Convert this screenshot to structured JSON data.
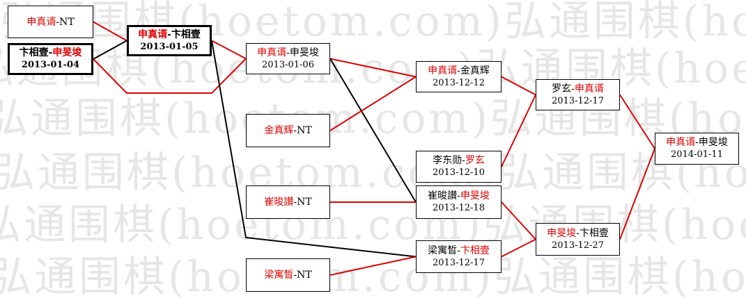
{
  "watermark": {
    "text": "弘通围棋(hoetom.com)弘通围棋(hoetom.com)"
  },
  "colors": {
    "winner_text": "#e00000",
    "win_line": "#e00000",
    "loss_line": "#000000"
  },
  "nodes": [
    {
      "id": "n1",
      "p1": "申真谞",
      "p2": "NT",
      "winner": 1,
      "date": ""
    },
    {
      "id": "n2",
      "p1": "卞相壹",
      "p2": "申旻埈",
      "winner": 2,
      "date": "2013-01-04"
    },
    {
      "id": "n3",
      "p1": "申真谞",
      "p2": "卞相壹",
      "winner": 1,
      "date": "2013-01-05"
    },
    {
      "id": "n4",
      "p1": "申真谞",
      "p2": "申旻埈",
      "winner": 1,
      "date": "2013-01-06"
    },
    {
      "id": "n5",
      "p1": "金真辉",
      "p2": "NT",
      "winner": 1,
      "date": ""
    },
    {
      "id": "n6",
      "p1": "崔晙讃",
      "p2": "NT",
      "winner": 1,
      "date": ""
    },
    {
      "id": "n7",
      "p1": "梁寓晳",
      "p2": "NT",
      "winner": 1,
      "date": ""
    },
    {
      "id": "n8",
      "p1": "申真谞",
      "p2": "金真辉",
      "winner": 1,
      "date": "2013-12-12"
    },
    {
      "id": "n9",
      "p1": "李东勋",
      "p2": "罗玄",
      "winner": 2,
      "date": "2013-12-10"
    },
    {
      "id": "n10",
      "p1": "崔晙讃",
      "p2": "申旻埈",
      "winner": 2,
      "date": "2013-12-18"
    },
    {
      "id": "n11",
      "p1": "梁寓晳",
      "p2": "卞相壹",
      "winner": 2,
      "date": "2013-12-17"
    },
    {
      "id": "n12",
      "p1": "罗玄",
      "p2": "申真谞",
      "winner": 2,
      "date": "2013-12-17"
    },
    {
      "id": "n13",
      "p1": "申旻埈",
      "p2": "卞相壹",
      "winner": 1,
      "date": "2013-12-27"
    },
    {
      "id": "n14",
      "p1": "申真谞",
      "p2": "申旻埈",
      "winner": 1,
      "date": "2014-01-11"
    }
  ],
  "edges": [
    {
      "from": "n1",
      "to": "n3",
      "result": "win"
    },
    {
      "from": "n2",
      "to": "n3",
      "result": "loss"
    },
    {
      "from": "n2",
      "to": "n4",
      "result": "win"
    },
    {
      "from": "n3",
      "to": "n4",
      "result": "win"
    },
    {
      "from": "n3",
      "to": "n11",
      "result": "loss"
    },
    {
      "from": "n4",
      "to": "n8",
      "result": "win"
    },
    {
      "from": "n4",
      "to": "n10",
      "result": "loss"
    },
    {
      "from": "n5",
      "to": "n8",
      "result": "win"
    },
    {
      "from": "n6",
      "to": "n10",
      "result": "win"
    },
    {
      "from": "n7",
      "to": "n11",
      "result": "win"
    },
    {
      "from": "n8",
      "to": "n12",
      "result": "win"
    },
    {
      "from": "n9",
      "to": "n12",
      "result": "win"
    },
    {
      "from": "n10",
      "to": "n13",
      "result": "win"
    },
    {
      "from": "n11",
      "to": "n13",
      "result": "win"
    },
    {
      "from": "n12",
      "to": "n14",
      "result": "win"
    },
    {
      "from": "n13",
      "to": "n14",
      "result": "win"
    }
  ]
}
